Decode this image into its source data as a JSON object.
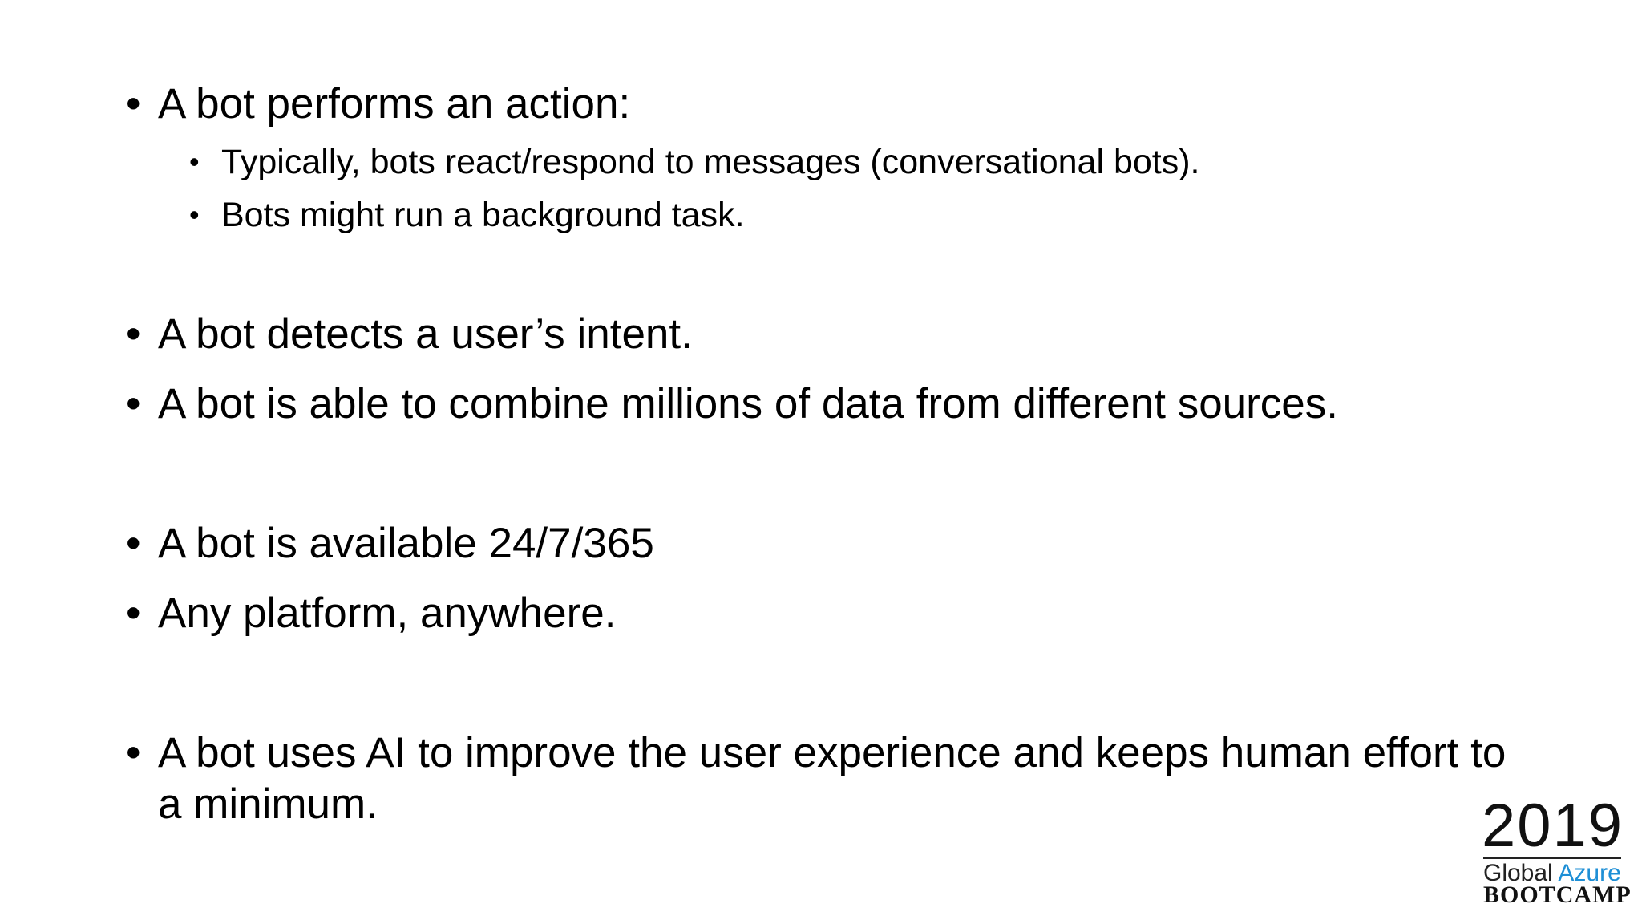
{
  "slide": {
    "bullets": [
      {
        "text": "A bot performs an action:",
        "subs": [
          "Typically, bots react/respond to messages (conversational bots).",
          "Bots might run a background task."
        ]
      },
      {
        "text": "A bot detects a user’s intent."
      },
      {
        "text": "A bot is able to combine millions of data from different sources."
      },
      {
        "text": "A bot is available 24/7/365"
      },
      {
        "text": "Any platform, anywhere."
      },
      {
        "text": "A bot uses AI to improve the user experience and keeps human effort to a minimum."
      }
    ]
  },
  "logo": {
    "year": "2019",
    "word1": "Global",
    "word2": "Azure",
    "word3": "BOOTCAMP",
    "accent_color": "#1e8fd6"
  }
}
